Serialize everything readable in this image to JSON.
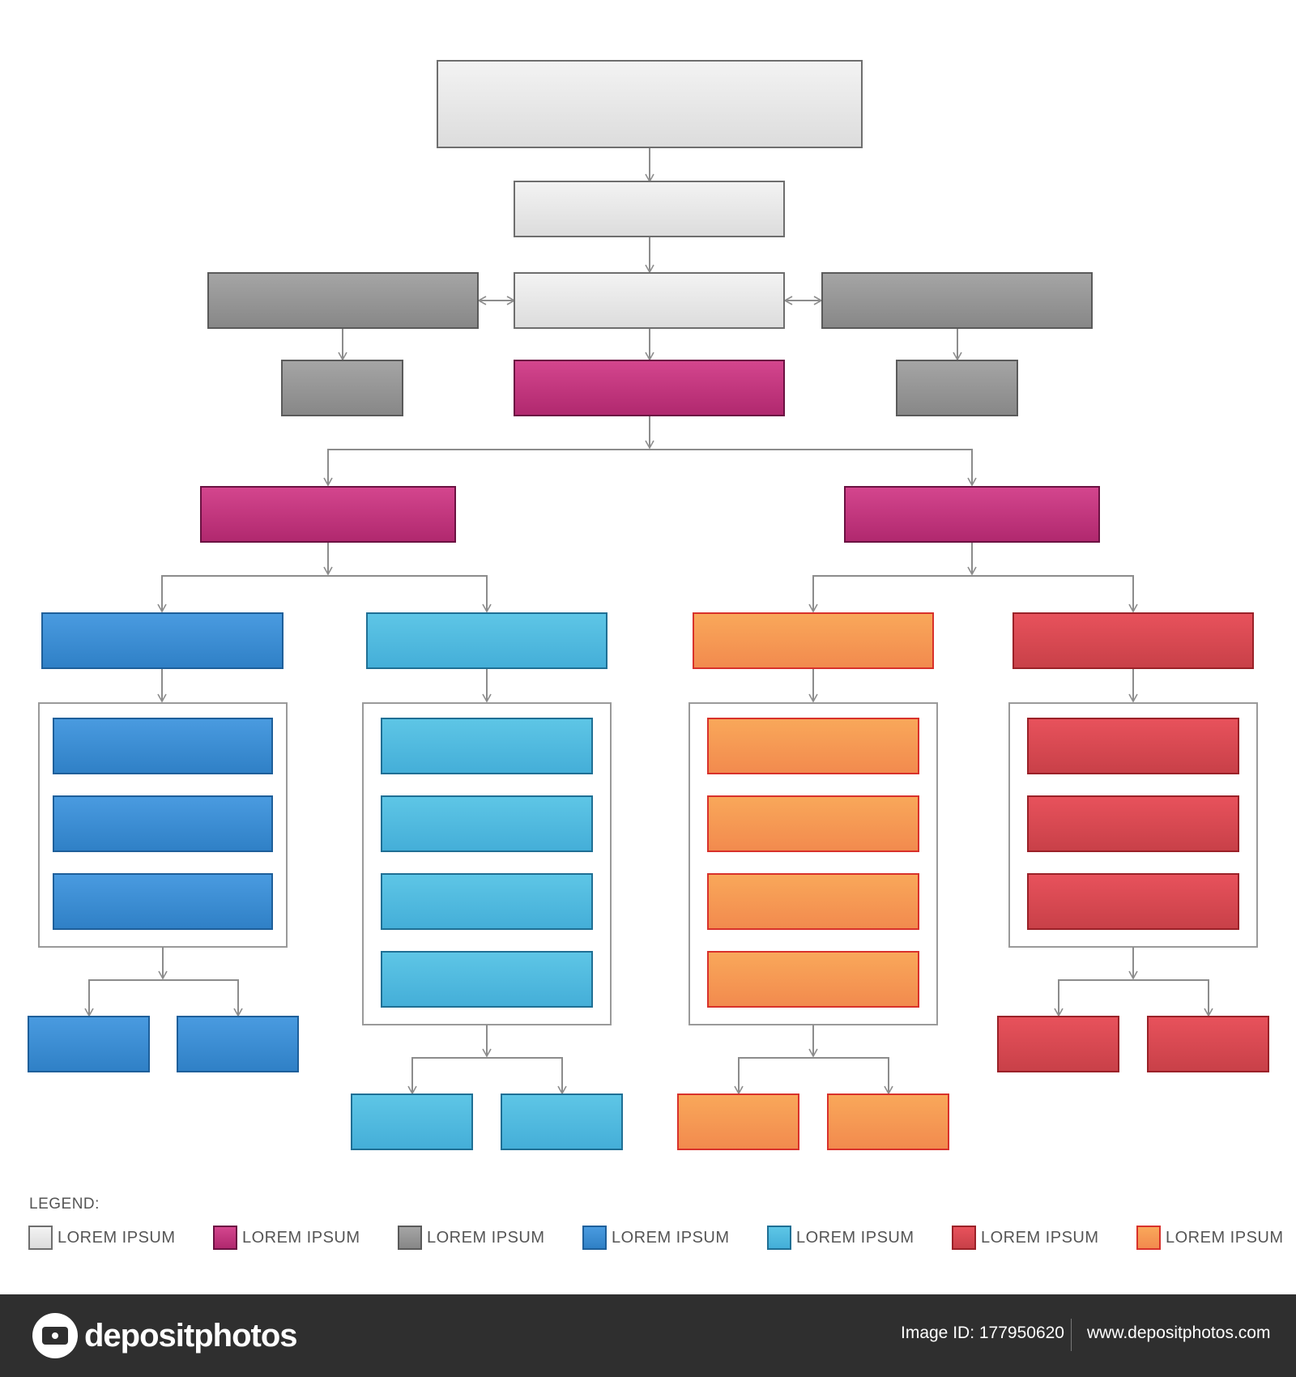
{
  "colors": {
    "light": {
      "top": "#f3f3f3",
      "bottom": "#dcdcdc",
      "border": "#6e6e6e"
    },
    "magenta": {
      "top": "#d4468e",
      "bottom": "#b0286e",
      "border": "#6b1242"
    },
    "gray": {
      "top": "#a5a5a5",
      "bottom": "#878787",
      "border": "#5a5a5a"
    },
    "blue": {
      "top": "#4a9be0",
      "bottom": "#2f80c6",
      "border": "#1e5f9a"
    },
    "cyan": {
      "top": "#5ec6e6",
      "bottom": "#44aed8",
      "border": "#1f6f94"
    },
    "red": {
      "top": "#e8525c",
      "bottom": "#c84048",
      "border": "#9a2128"
    },
    "orange": {
      "top": "#f9a85a",
      "bottom": "#f28a4e",
      "border": "#d8312b"
    }
  },
  "legend": {
    "title": "LEGEND:",
    "items": [
      {
        "label": "LOREM IPSUM",
        "color": "light"
      },
      {
        "label": "LOREM IPSUM",
        "color": "magenta"
      },
      {
        "label": "LOREM IPSUM",
        "color": "gray"
      },
      {
        "label": "LOREM IPSUM",
        "color": "blue"
      },
      {
        "label": "LOREM IPSUM",
        "color": "cyan"
      },
      {
        "label": "LOREM IPSUM",
        "color": "red"
      },
      {
        "label": "LOREM IPSUM",
        "color": "orange"
      }
    ]
  },
  "footer": {
    "logo_text": "depositphotos",
    "image_id": "Image ID: 177950620",
    "site": "www.depositphotos.com"
  }
}
